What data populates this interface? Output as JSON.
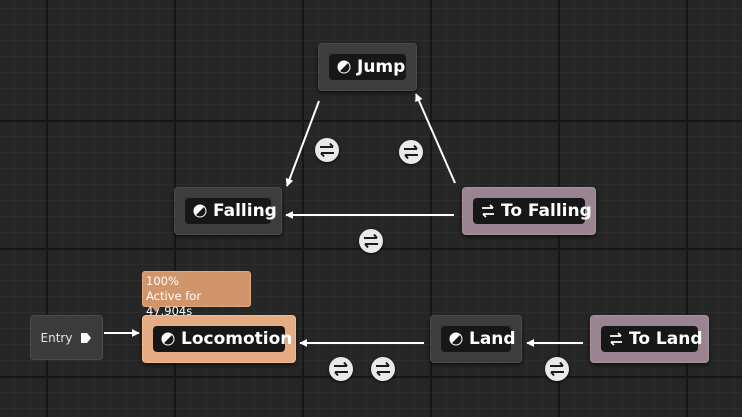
{
  "entry": {
    "label": "Entry"
  },
  "states": {
    "jump": {
      "label": "Jump",
      "icon": "state-icon"
    },
    "falling": {
      "label": "Falling",
      "icon": "state-icon"
    },
    "locomotion": {
      "label": "Locomotion",
      "icon": "state-icon"
    },
    "land": {
      "label": "Land",
      "icon": "state-icon"
    }
  },
  "conduits": {
    "to_falling": {
      "label": "To Falling",
      "icon": "conduit-icon"
    },
    "to_land": {
      "label": "To Land",
      "icon": "conduit-icon"
    }
  },
  "active_state": {
    "percent": "100%",
    "time": "Active for 47.904s"
  },
  "transition_icon": "transition-rule-icon",
  "colors": {
    "background": "#262626",
    "state_node": "#3d3d3d",
    "conduit_node": "#9a8491",
    "active_node": "#e5ac83",
    "tooltip": "#d1956b",
    "wire": "#ffffff"
  }
}
